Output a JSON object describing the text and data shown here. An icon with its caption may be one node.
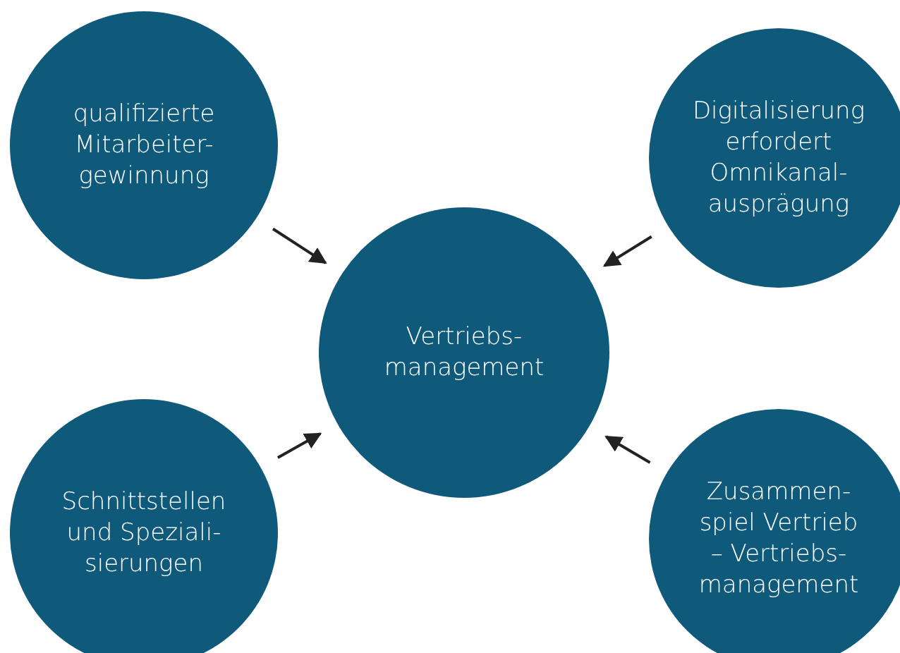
{
  "diagram": {
    "nodes": [
      {
        "text": [
          "qualifizierte Mitarbeiter- gewinnung"
        ]
      },
      {
        "text": [
          "Digitalisierung erfordert Omnikanal- ausprägung"
        ]
      },
      {
        "text": [
          "Vertriebs- management"
        ]
      },
      {
        "text": [
          "Schnittstellen und Speziali- sierungen"
        ]
      },
      {
        "text": [
          "Zusammen- spiel Vertrieb – Vertriebs- management"
        ]
      }
    ],
    "edges": [
      {
        "from": 0,
        "to": 2,
        "arrow": "to"
      },
      {
        "from": 1,
        "to": 2,
        "arrow": "to"
      },
      {
        "from": 3,
        "to": 2,
        "arrow": "to"
      },
      {
        "from": 4,
        "to": 2,
        "arrow": "to"
      }
    ]
  }
}
